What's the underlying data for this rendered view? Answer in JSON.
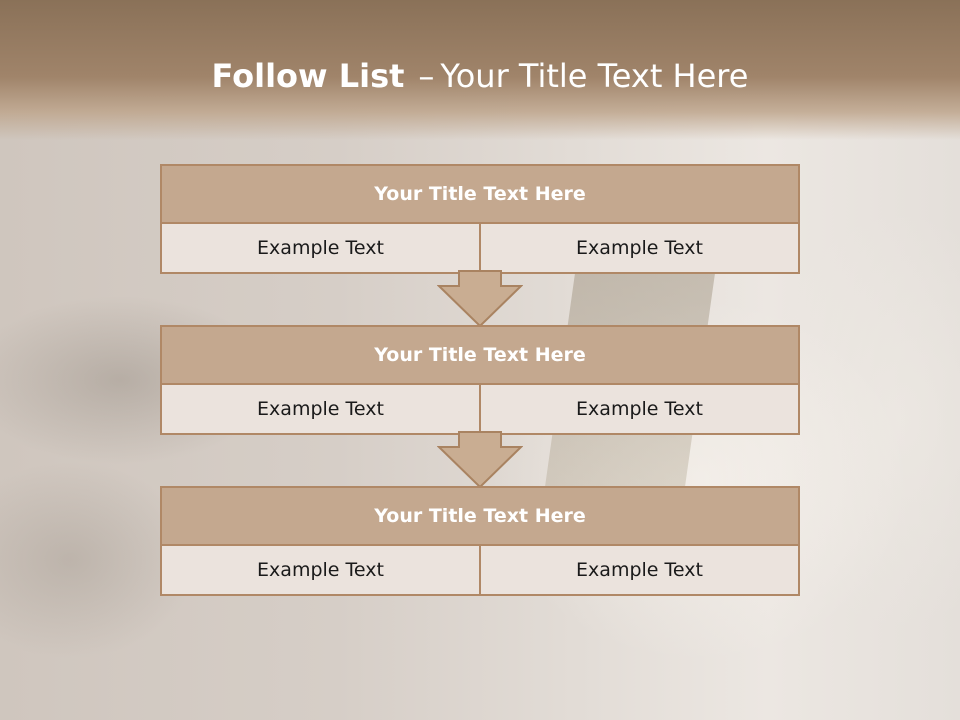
{
  "slide": {
    "title_bold": "Follow List",
    "title_dash": "–",
    "title_rest": "Your Title Text Here"
  },
  "blocks": [
    {
      "title": "Your Title Text Here",
      "left": "Example Text",
      "right": "Example Text"
    },
    {
      "title": "Your Title Text Here",
      "left": "Example Text",
      "right": "Example Text"
    },
    {
      "title": "Your Title Text Here",
      "left": "Example Text",
      "right": "Example Text"
    }
  ],
  "colors": {
    "header": "#8a7158",
    "block_head": "#c4a88f",
    "border": "#b08866",
    "cell": "#ebe3dd"
  }
}
